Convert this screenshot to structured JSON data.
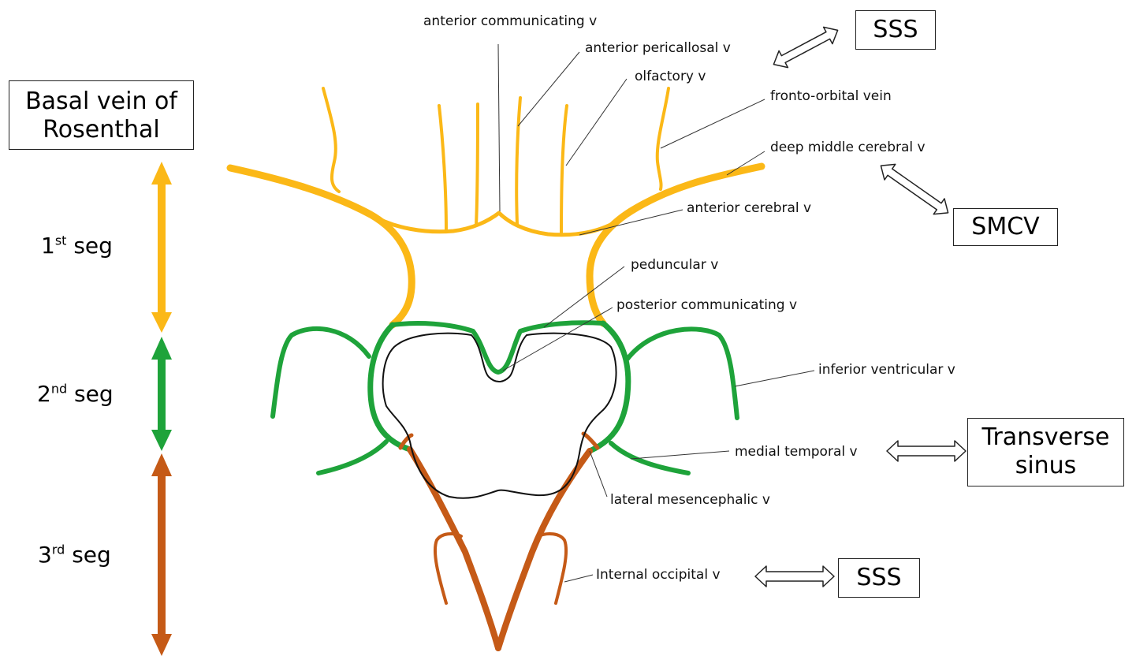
{
  "boxes": {
    "basal_vein_line1": "Basal vein of",
    "basal_vein_line2": "Rosenthal",
    "sss_top": "SSS",
    "smcv": "SMCV",
    "transverse_line1": "Transverse",
    "transverse_line2": "sinus",
    "sss_bottom": "SSS"
  },
  "segments": [
    {
      "num": "1",
      "sup": "st",
      "word": "seg",
      "color": "#FBB817"
    },
    {
      "num": "2",
      "sup": "nd",
      "word": "seg",
      "color": "#1EA33A"
    },
    {
      "num": "3",
      "sup": "rd",
      "word": "seg",
      "color": "#C55A17"
    }
  ],
  "labels": {
    "anterior_communicating": "anterior communicating v",
    "anterior_pericallosal": "anterior pericallosal v",
    "olfactory": "olfactory v",
    "fronto_orbital": "fronto-orbital vein",
    "deep_middle_cerebral": "deep middle cerebral v",
    "anterior_cerebral": "anterior cerebral v",
    "peduncular": "peduncular v",
    "posterior_communicating": "posterior communicating v",
    "inferior_ventricular": "inferior ventricular v",
    "medial_temporal": "medial temporal v",
    "lateral_mesencephalic": "lateral mesencephalic v",
    "internal_occipital": "Internal occipital v"
  },
  "colors": {
    "first_segment": "#FBB817",
    "second_segment": "#1EA33A",
    "third_segment": "#C55A17",
    "outline": "#111111"
  }
}
